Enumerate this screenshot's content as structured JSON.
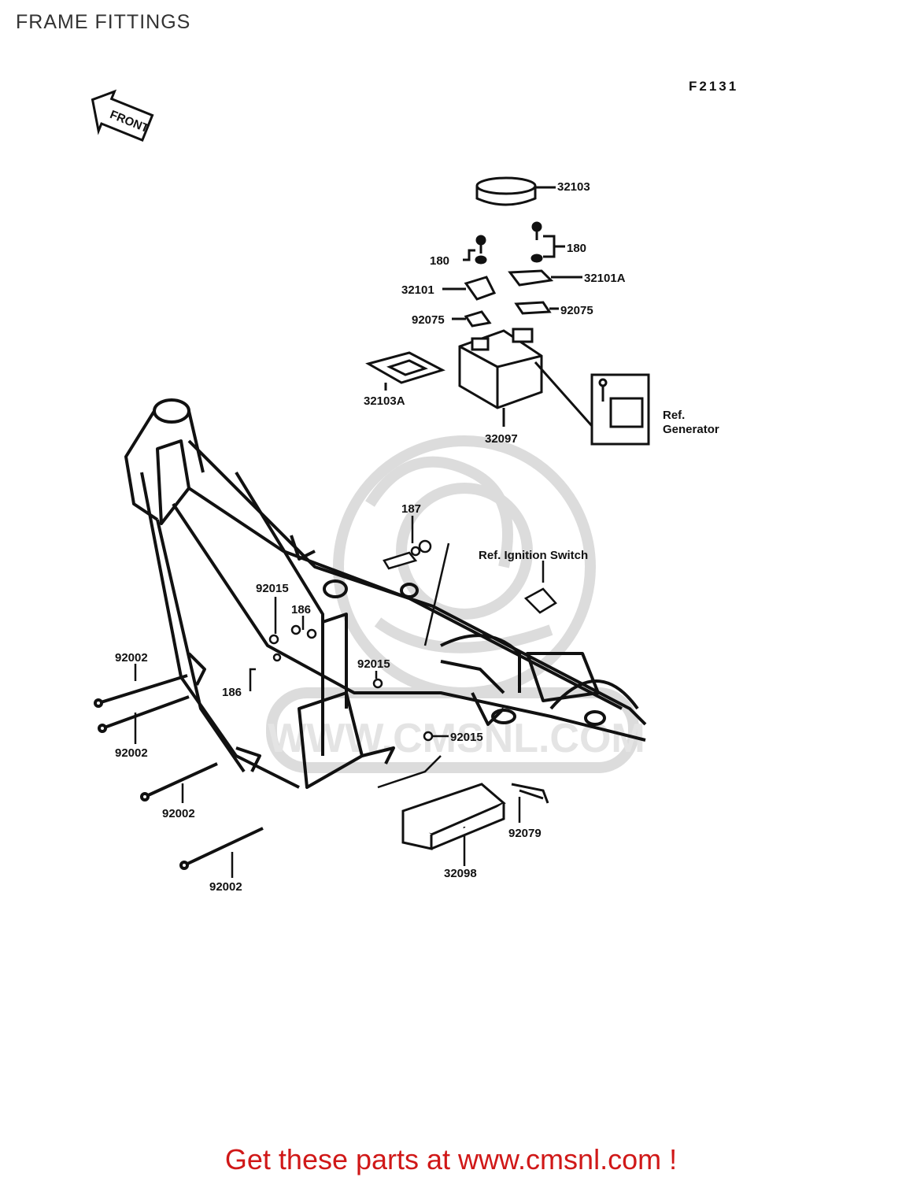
{
  "header": {
    "title": "FRAME FITTINGS",
    "figure_code": "F2131"
  },
  "diagram": {
    "front_badge": "FRONT",
    "watermark_text": "WWW.CMSNL.COM",
    "part_labels": {
      "p32103": "32103",
      "p180_left": "180",
      "p180_right": "180",
      "p32101": "32101",
      "p32101A": "32101A",
      "p92075_left": "92075",
      "p92075_right": "92075",
      "p32103A": "32103A",
      "p32097": "32097",
      "ref_generator_1": "Ref.",
      "ref_generator_2": "Generator",
      "p187": "187",
      "ref_ignition": "Ref. Ignition Switch",
      "p92015_a": "92015",
      "p186_a": "186",
      "p92015_b": "92015",
      "p186_b": "186",
      "p92002_a": "92002",
      "p92002_b": "92002",
      "p92002_c": "92002",
      "p92002_d": "92002",
      "p92015_c": "92015",
      "p92079": "92079",
      "p32098": "32098"
    }
  },
  "footer": {
    "promo": "Get these parts at www.cmsnl.com !"
  },
  "colors": {
    "promo": "#d01818",
    "ink": "#111111",
    "watermark": "#dcdcdc"
  }
}
